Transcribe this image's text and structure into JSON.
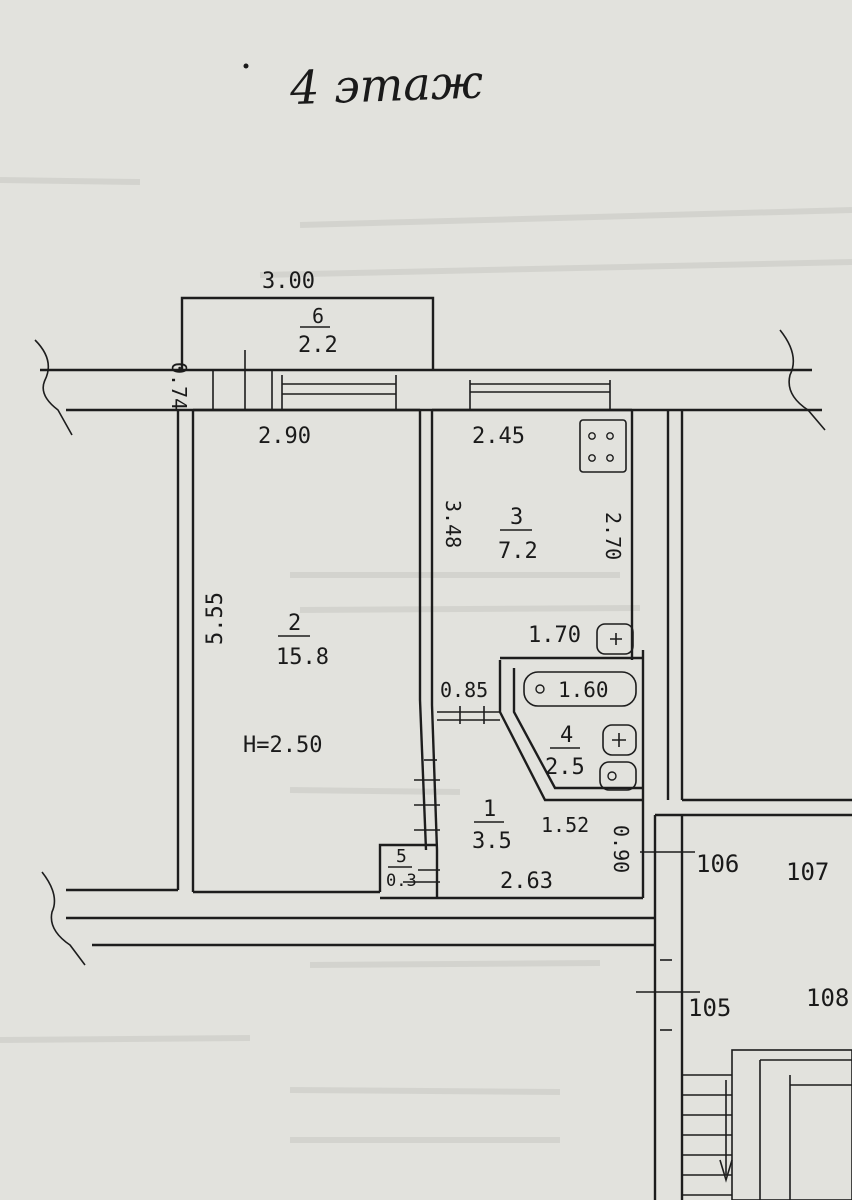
{
  "title": "4 этаж",
  "rooms": {
    "balcony": {
      "number": "6",
      "area": "2.2",
      "width": "3.00",
      "depth": "0.74"
    },
    "living": {
      "number": "2",
      "area": "15.8",
      "width": "2.90",
      "length": "5.55",
      "height": "H=2.50"
    },
    "kitchen": {
      "number": "3",
      "area": "7.2",
      "width": "2.45",
      "length_left": "3.48",
      "length_right": "2.70",
      "lower_width": "1.70"
    },
    "bathroom": {
      "number": "4",
      "area": "2.5",
      "bath_length": "1.60",
      "width": "0.85"
    },
    "hall": {
      "number": "1",
      "area": "3.5",
      "width": "1.52",
      "length": "2.63",
      "depth": "0.90"
    },
    "closet": {
      "number": "5",
      "area": "0.3"
    }
  },
  "apartments": {
    "a106": "106",
    "a107": "107",
    "a105": "105",
    "a108": "108"
  }
}
